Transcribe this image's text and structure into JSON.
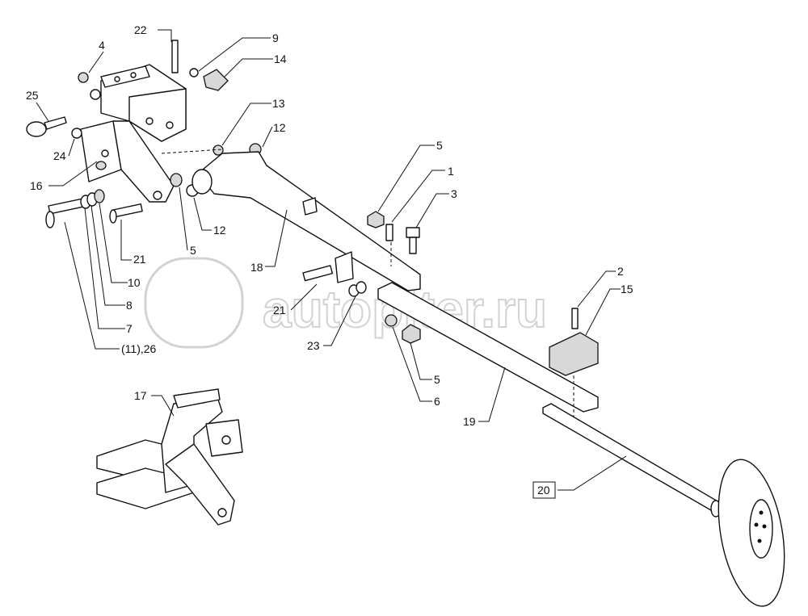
{
  "watermark": "autopiter.ru",
  "callouts": [
    {
      "id": "22",
      "text": "22"
    },
    {
      "id": "9",
      "text": "9"
    },
    {
      "id": "4",
      "text": "4"
    },
    {
      "id": "14",
      "text": "14"
    },
    {
      "id": "25",
      "text": "25"
    },
    {
      "id": "13",
      "text": "13"
    },
    {
      "id": "12a",
      "text": "12"
    },
    {
      "id": "24",
      "text": "24"
    },
    {
      "id": "5a",
      "text": "5"
    },
    {
      "id": "1",
      "text": "1"
    },
    {
      "id": "3",
      "text": "3"
    },
    {
      "id": "16",
      "text": "16"
    },
    {
      "id": "12b",
      "text": "12"
    },
    {
      "id": "21a",
      "text": "21"
    },
    {
      "id": "5b",
      "text": "5"
    },
    {
      "id": "18",
      "text": "18"
    },
    {
      "id": "10",
      "text": "10"
    },
    {
      "id": "2",
      "text": "2"
    },
    {
      "id": "15",
      "text": "15"
    },
    {
      "id": "8",
      "text": "8"
    },
    {
      "id": "21b",
      "text": "21"
    },
    {
      "id": "7",
      "text": "7"
    },
    {
      "id": "23",
      "text": "23"
    },
    {
      "id": "11_26",
      "text": "(11),26"
    },
    {
      "id": "5c",
      "text": "5"
    },
    {
      "id": "6",
      "text": "6"
    },
    {
      "id": "17",
      "text": "17"
    },
    {
      "id": "19",
      "text": "19"
    },
    {
      "id": "20",
      "text": "20"
    }
  ]
}
